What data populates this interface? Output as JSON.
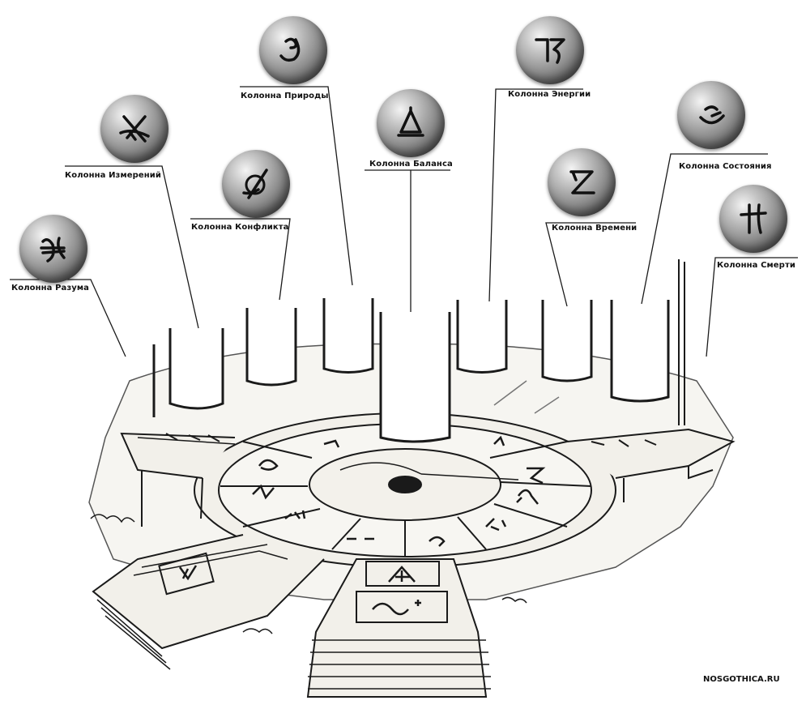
{
  "columns": [
    {
      "label": "Колонна Разума",
      "glyph": "mind-rune-icon"
    },
    {
      "label": "Колонна Измерений",
      "glyph": "dimension-rune-icon"
    },
    {
      "label": "Колонна Конфликта",
      "glyph": "conflict-rune-icon"
    },
    {
      "label": "Колонна Природы",
      "glyph": "nature-rune-icon"
    },
    {
      "label": "Колонна Баланса",
      "glyph": "balance-rune-icon"
    },
    {
      "label": "Колонна Энергии",
      "glyph": "energy-rune-icon"
    },
    {
      "label": "Колонна Времени",
      "glyph": "time-rune-icon"
    },
    {
      "label": "Колонна Состояния",
      "glyph": "state-rune-icon"
    },
    {
      "label": "Колонна Смерти",
      "glyph": "death-rune-icon"
    }
  ],
  "watermark": "NOSGOTHICA.RU",
  "colors": {
    "ink": "#111111",
    "orb_dark": "#2c2c2c",
    "orb_light": "#f4f4f4",
    "stone": "#f2f0ea"
  }
}
